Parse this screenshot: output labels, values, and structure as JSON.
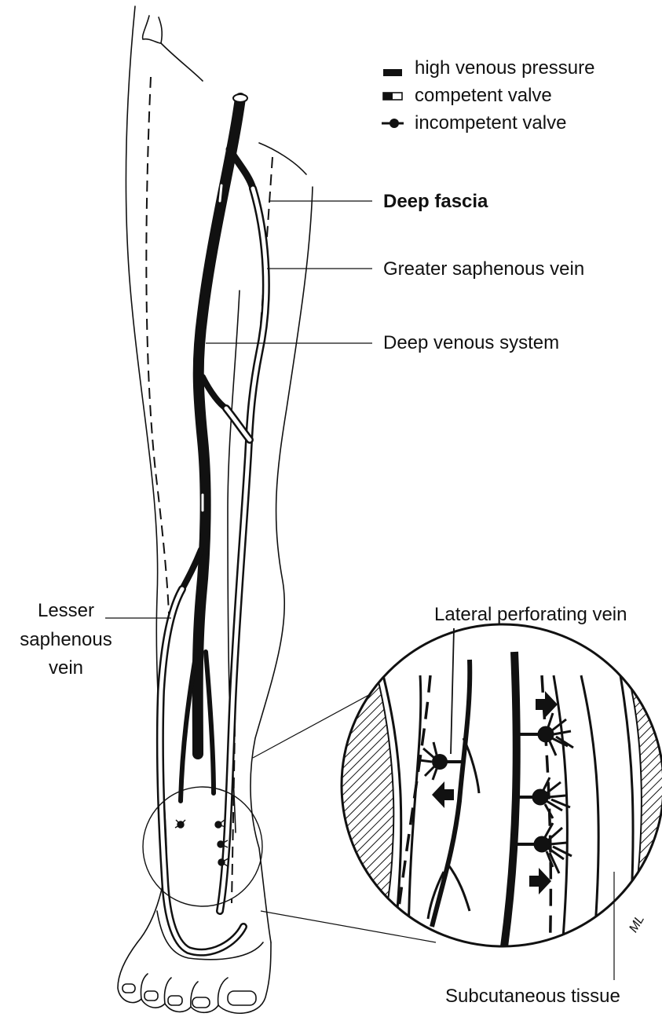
{
  "legend": {
    "items": [
      {
        "label": "high venous pressure",
        "icon": "filled-bar-icon"
      },
      {
        "label": "competent valve",
        "icon": "half-filled-bar-icon"
      },
      {
        "label": "incompetent valve",
        "icon": "line-dot-icon"
      }
    ]
  },
  "labels": {
    "deep_fascia": "Deep fascia",
    "greater_saphenous_vein": "Greater saphenous vein",
    "deep_venous_system": "Deep venous system",
    "lesser_saphenous_vein_lines": [
      "Lesser",
      "saphenous",
      "vein"
    ],
    "lateral_perforating_vein": "Lateral perforating vein",
    "subcutaneous_tissue": "Subcutaneous tissue"
  },
  "signature": "ML",
  "colors": {
    "ink": "#111111",
    "background": "#ffffff"
  }
}
